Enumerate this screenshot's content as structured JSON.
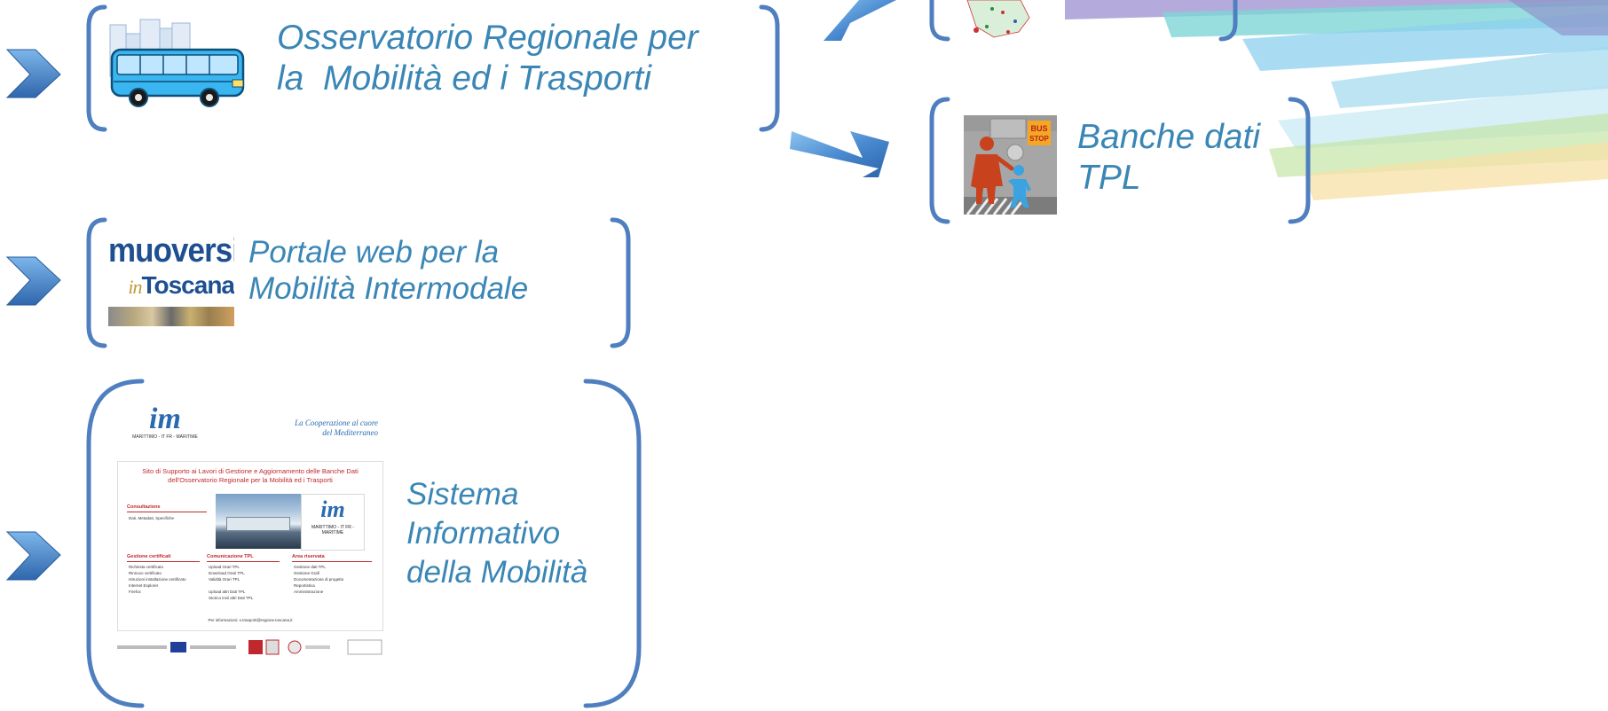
{
  "colors": {
    "label_text": "#3a86b5",
    "bracket": "#4f7fbf",
    "arrow": "#4a8ad0",
    "stripes": [
      "#9b8fd0",
      "#7ed6d6",
      "#8cd0ef",
      "#c5e6a8",
      "#f6e0a6"
    ]
  },
  "nodes": {
    "osservatorio": {
      "lines": [
        "Osservatorio Regionale per",
        "la  Mobilità ed i Trasporti"
      ],
      "icon": "bus-icon"
    },
    "banche_dati": {
      "lines": [
        "Banche dati",
        "TPL"
      ],
      "icon": "bus-stop-icon"
    },
    "portale": {
      "lines": [
        "Portale web per la",
        "Mobilità Intermodale"
      ],
      "logo": {
        "word1": "muoversi",
        "word2_prefix": "in",
        "word2": "Toscana"
      }
    },
    "sistema": {
      "lines": [
        "Sistema",
        "Informativo",
        "della Mobilità"
      ],
      "site": {
        "logo_mark": "im",
        "logo_sub": "MARITTIMO - IT FR - MARITIME",
        "tagline": [
          "La Cooperazione al cuore",
          "del Mediterraneo"
        ],
        "title": [
          "Sito di Supporto ai Lavori di Gestione e Aggiornamento delle Banche Dati",
          "dell'Osservatorio Regionale per la Mobilità ed i Trasporti"
        ],
        "card_sub": "MARITTIMO - IT FR - MARITIME",
        "sections": {
          "consultazione": {
            "title": "Consultazione",
            "items": [
              "Dati, Metadati, Specifiche"
            ]
          },
          "gestione": {
            "title": "Gestione certificati",
            "items": [
              "Richiesta certificato",
              "Rinnovo certificato",
              "Istruzioni installazione certificato",
              "Internet Explorer",
              "Firefox"
            ]
          },
          "comunicazione": {
            "title": "Comunicazione TPL",
            "items": [
              "Upload Orari TPL",
              "Download Orari TPL",
              "Validità Orari TPL",
              "",
              "Upload altri Dati TPL",
              "Storico invii altri Dati TPL"
            ]
          },
          "riservata": {
            "title": "Area riservata",
            "items": [
              "Gestione dati TPL",
              "Gestione Grafi",
              "Documentazione di progetto",
              "Reportistica",
              "Amministrazione"
            ]
          }
        },
        "footer": "Per informazioni: o.trasporti@regione.toscana.it"
      }
    }
  }
}
